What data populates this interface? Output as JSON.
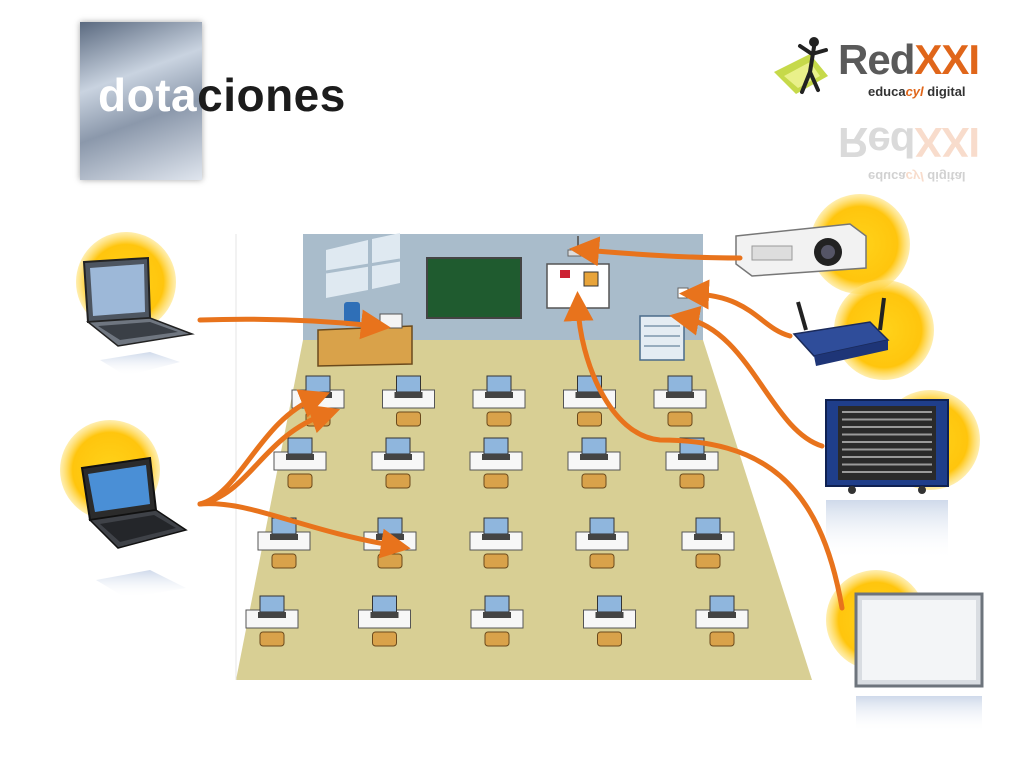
{
  "title": {
    "part_light": "dota",
    "part_dark": "ciones"
  },
  "logo": {
    "name_red": "Red",
    "name_xxi": "XXI",
    "tag_a": "educa",
    "tag_cyl": "cyl",
    "tag_b": " digital"
  },
  "colors": {
    "arrow": "#e8731c",
    "glow": "#ffc50d",
    "floor": "#d8cf94",
    "wall": "#a9bccb",
    "board": "#1f5b2f",
    "desk": "#d9a24a"
  },
  "devices": [
    {
      "name": "laptop-icon"
    },
    {
      "name": "netbook-icon"
    },
    {
      "name": "projector-icon"
    },
    {
      "name": "wifi-router-icon"
    },
    {
      "name": "charging-cart-icon"
    },
    {
      "name": "interactive-whiteboard-icon"
    }
  ],
  "classroom": {
    "rows": 4,
    "cols": 5
  }
}
